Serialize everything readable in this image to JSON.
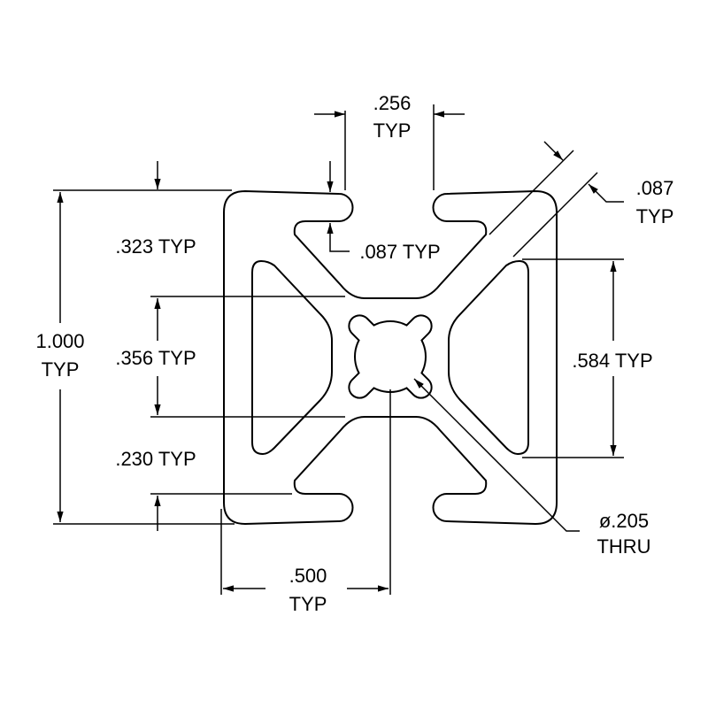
{
  "drawing": {
    "title": "1x1 T-slot aluminum extrusion profile",
    "dimensions": {
      "slot_width": [
        ".256",
        "TYP"
      ],
      "lip_thickness_top": [
        ".087 TYP"
      ],
      "lip_depth": [
        ".323 TYP"
      ],
      "overall": [
        "1.000",
        "TYP"
      ],
      "web_spacing": [
        ".356 TYP"
      ],
      "slot_depth": [
        ".230 TYP"
      ],
      "center_offset": [
        ".500",
        "TYP"
      ],
      "pocket_height": [
        ".584 TYP"
      ],
      "diagonal_web": [
        ".087",
        "TYP"
      ],
      "bore": [
        "ø.205",
        "THRU"
      ]
    }
  }
}
